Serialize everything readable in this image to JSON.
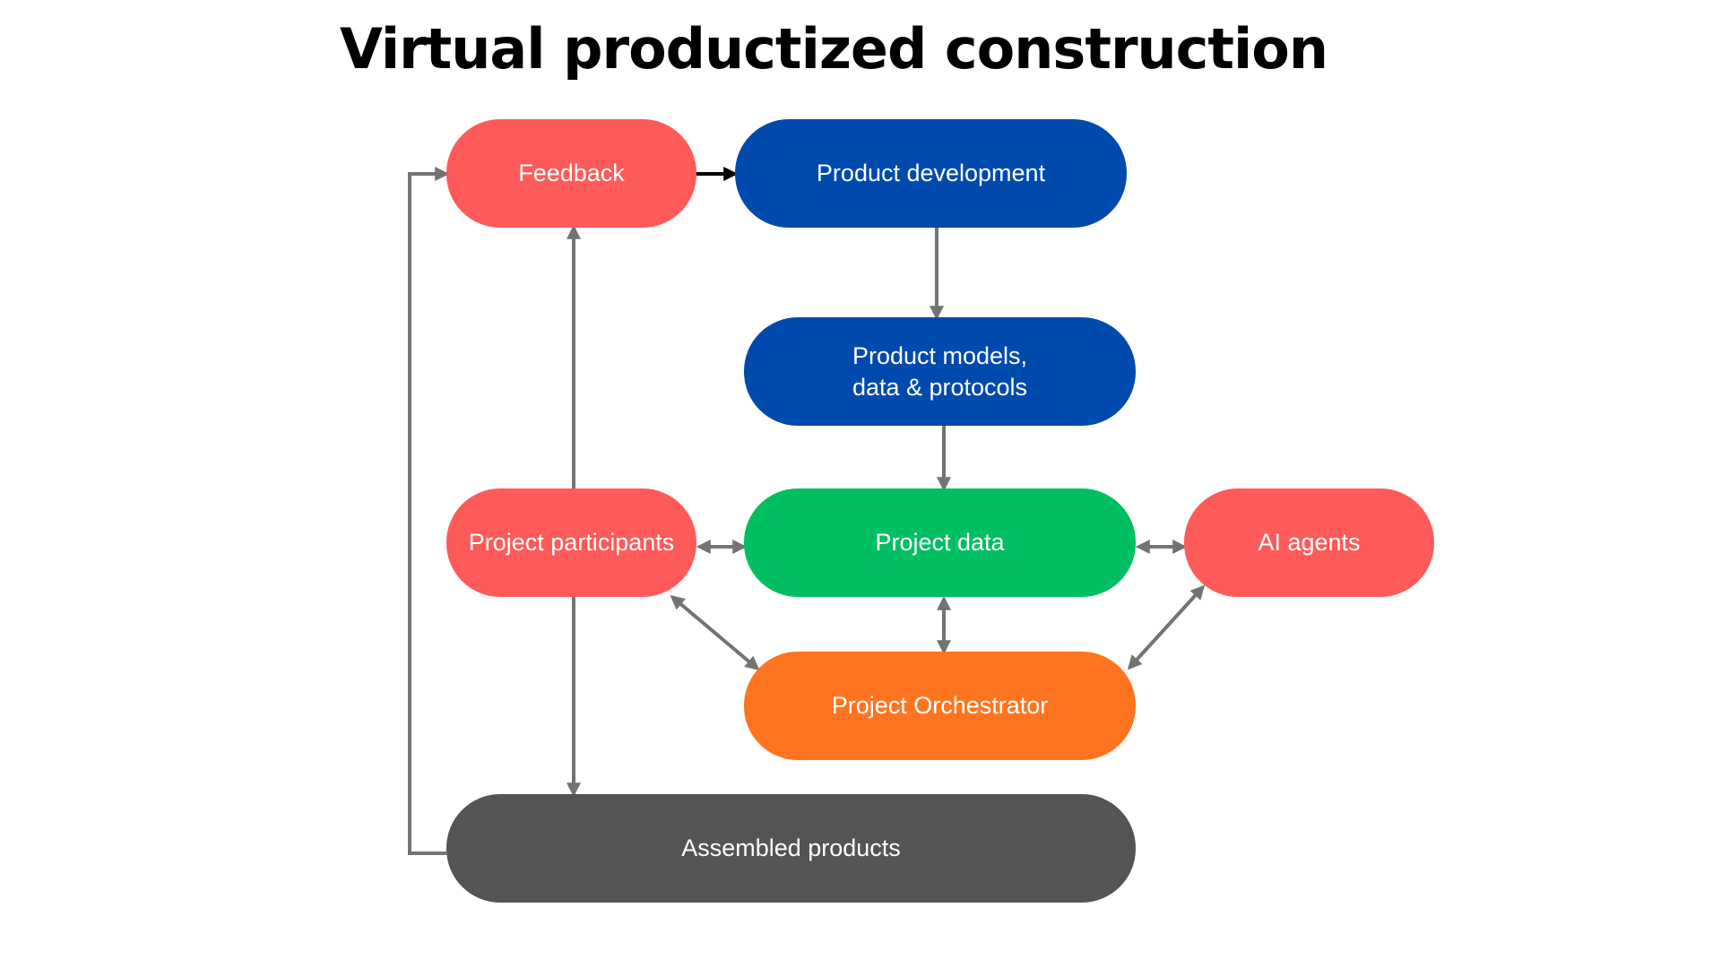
{
  "title": "Virtual productized construction",
  "colors": {
    "red": "#FF5A5A",
    "blue": "#004AAD",
    "green": "#00BF63",
    "orange": "#FF7420",
    "gray": "#545454",
    "arrow": "#737373",
    "arrow_dark": "#000000"
  },
  "nodes": {
    "feedback": {
      "label": "Feedback",
      "color": "red"
    },
    "product_development": {
      "label": "Product development",
      "color": "blue"
    },
    "product_models": {
      "label": "Product models,\ndata & protocols",
      "color": "blue"
    },
    "project_participants": {
      "label": "Project participants",
      "color": "red"
    },
    "project_data": {
      "label": "Project data",
      "color": "green"
    },
    "ai_agents": {
      "label": "AI agents",
      "color": "red"
    },
    "project_orchestrator": {
      "label": "Project Orchestrator",
      "color": "orange"
    },
    "assembled_products": {
      "label": "Assembled products",
      "color": "gray"
    }
  },
  "edges": [
    {
      "from": "feedback",
      "to": "product_development",
      "direction": "forward"
    },
    {
      "from": "product_development",
      "to": "product_models",
      "direction": "forward"
    },
    {
      "from": "product_models",
      "to": "project_data",
      "direction": "forward"
    },
    {
      "from": "project_participants",
      "to": "feedback",
      "direction": "forward"
    },
    {
      "from": "project_participants",
      "to": "project_data",
      "direction": "both"
    },
    {
      "from": "project_data",
      "to": "ai_agents",
      "direction": "both"
    },
    {
      "from": "project_data",
      "to": "project_orchestrator",
      "direction": "both"
    },
    {
      "from": "project_participants",
      "to": "project_orchestrator",
      "direction": "both"
    },
    {
      "from": "ai_agents",
      "to": "project_orchestrator",
      "direction": "both"
    },
    {
      "from": "project_participants",
      "to": "assembled_products",
      "direction": "forward"
    },
    {
      "from": "assembled_products",
      "to": "feedback",
      "direction": "forward"
    }
  ]
}
